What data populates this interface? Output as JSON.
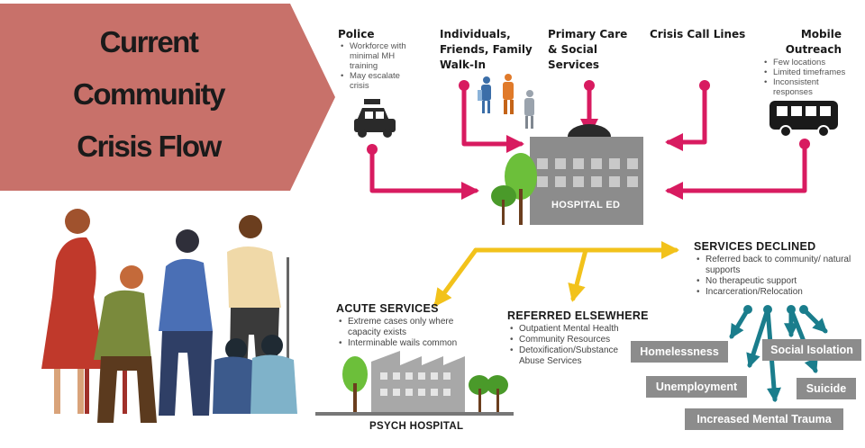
{
  "title": {
    "line1": "Current",
    "line2": "Community",
    "line3": "Crisis Flow"
  },
  "colors": {
    "banner": "#c8716a",
    "pink_arrow": "#d81b60",
    "yellow_arrow": "#f2c21b",
    "teal_arrow": "#1a7d8c",
    "building_gray": "#8c8c8c",
    "outcome_box": "#8c8c8c"
  },
  "sources": {
    "police": {
      "title": "Police",
      "bullets": [
        "Workforce with minimal MH training",
        "May escalate crisis"
      ],
      "icon": "police-car-icon"
    },
    "individuals": {
      "title": "Individuals, Friends, Family Walk-In",
      "icon": "walking-people-icon"
    },
    "primary_care": {
      "title": "Primary Care & Social Services"
    },
    "crisis_lines": {
      "title": "Crisis Call Lines"
    },
    "mobile_outreach": {
      "title_line1": "Mobile",
      "title_line2": "Outreach",
      "bullets": [
        "Few locations",
        "Limited timeframes",
        "Inconsistent responses"
      ],
      "icon": "van-icon"
    }
  },
  "hospital": {
    "label": "HOSPITAL ED",
    "icon": "hospital-building-icon"
  },
  "services_declined": {
    "title": "SERVICES DECLINED",
    "bullets": [
      "Referred back to community/ natural supports",
      "No therapeutic support",
      "Incarceration/Relocation"
    ]
  },
  "acute_services": {
    "title": "ACUTE SERVICES",
    "bullets": [
      "Extreme cases only where capacity exists",
      "Interminable wails common"
    ]
  },
  "referred_elsewhere": {
    "title": "REFERRED ELSEWHERE",
    "bullets": [
      "Outpatient Mental Health",
      "Community Resources",
      "Detoxification/Substance Abuse Services"
    ]
  },
  "psych_hospital": {
    "label": "PSYCH HOSPITAL",
    "icon": "psych-hospital-icon"
  },
  "outcomes": {
    "homelessness": "Homelessness",
    "social_isolation": "Social Isolation",
    "unemployment": "Unemployment",
    "suicide": "Suicide",
    "mental_trauma": "Increased Mental Trauma"
  }
}
